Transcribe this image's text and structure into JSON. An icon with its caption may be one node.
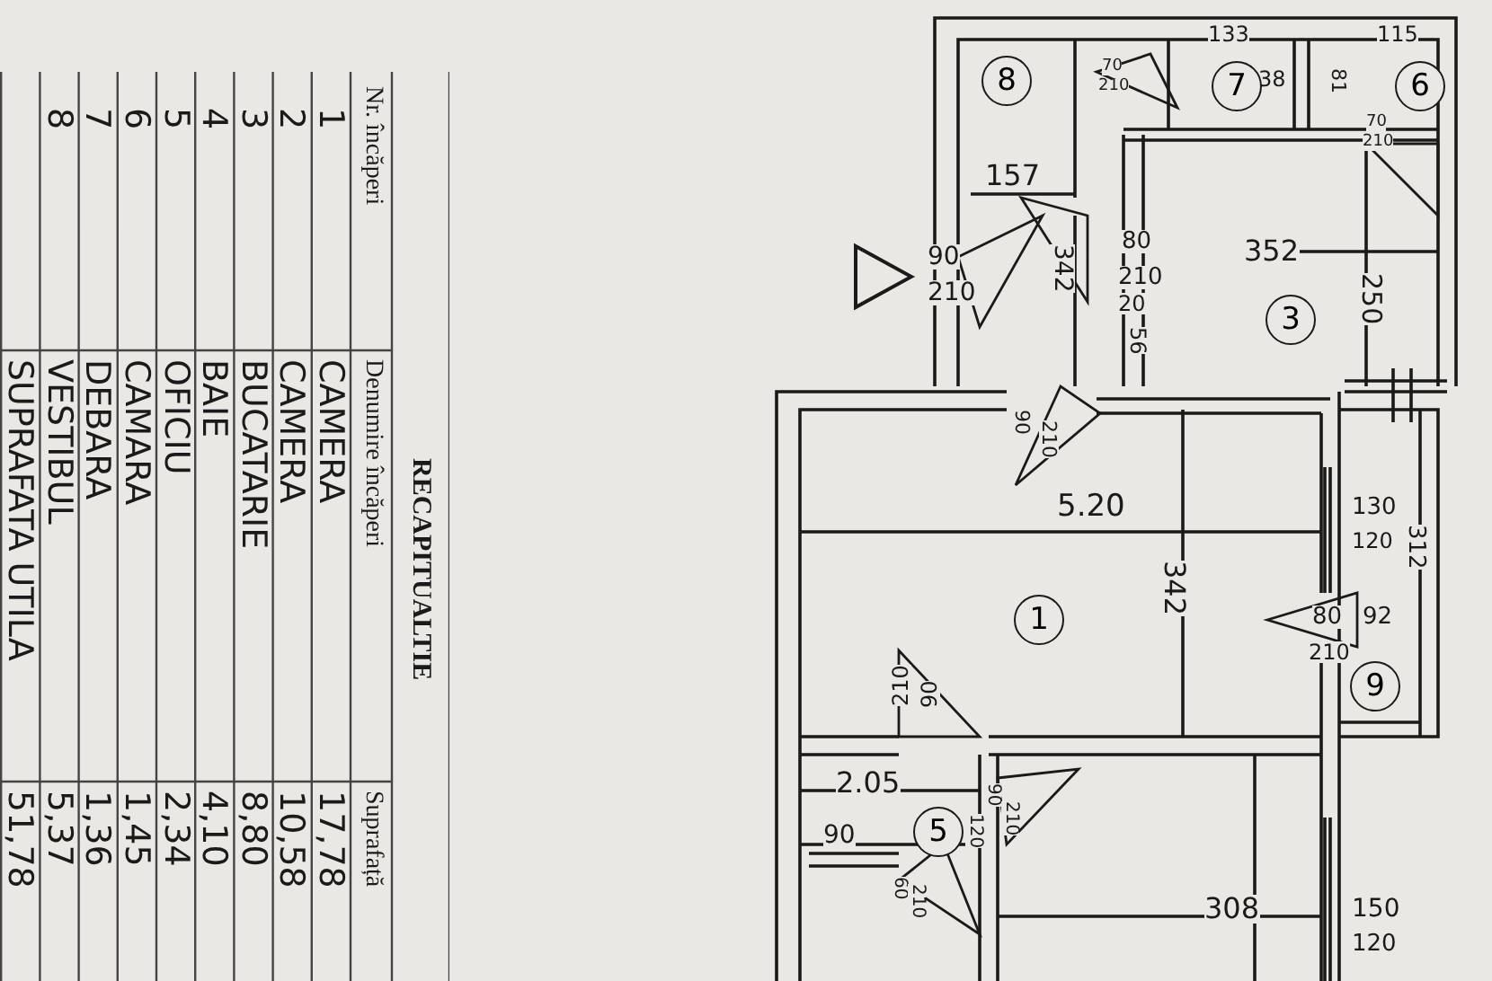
{
  "diagram": {
    "title": "RECAPITUALTIE",
    "nodes": [
      {
        "text": [
          "8"
        ]
      },
      {
        "text": [
          "7"
        ]
      },
      {
        "text": [
          "6"
        ]
      },
      {
        "text": [
          "3"
        ]
      },
      {
        "text": [
          "1"
        ]
      },
      {
        "text": [
          "9"
        ]
      },
      {
        "text": [
          "5"
        ]
      }
    ],
    "edges": [],
    "labels": [
      "Nr. încăperi",
      "Denumire încăperi",
      "Suprafață",
      "1",
      "CAMERA",
      "17,78",
      "2",
      "CAMERA",
      "10,58",
      "3",
      "BUCATARIE",
      "8,80",
      "4",
      "BAIE",
      "4,10",
      "5",
      "OFICIU",
      "2,34",
      "6",
      "CAMARA",
      "1,45",
      "7",
      "DEBARA",
      "1,36",
      "8",
      "VESTIBUL",
      "5,37",
      "SUPRAFATA UTILA",
      "51,78",
      "133",
      "115",
      "70",
      "210",
      "38",
      "81",
      "70",
      "210",
      "157",
      "90",
      "210",
      "342",
      "80",
      "210",
      "20",
      "56",
      "352",
      "250",
      "90",
      "210",
      "5.20",
      "130",
      "120",
      "312",
      "342",
      "80",
      "92",
      "210",
      "90",
      "210",
      "2.05",
      "90",
      "120",
      "90",
      "210",
      "60",
      "210",
      "308",
      "150",
      "120"
    ]
  }
}
